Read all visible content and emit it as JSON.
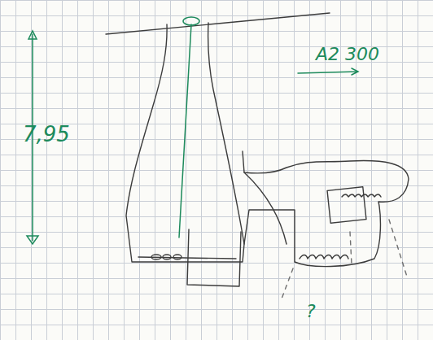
{
  "diagram": {
    "labels": [
      "7,95",
      "A2 300",
      "?"
    ]
  }
}
